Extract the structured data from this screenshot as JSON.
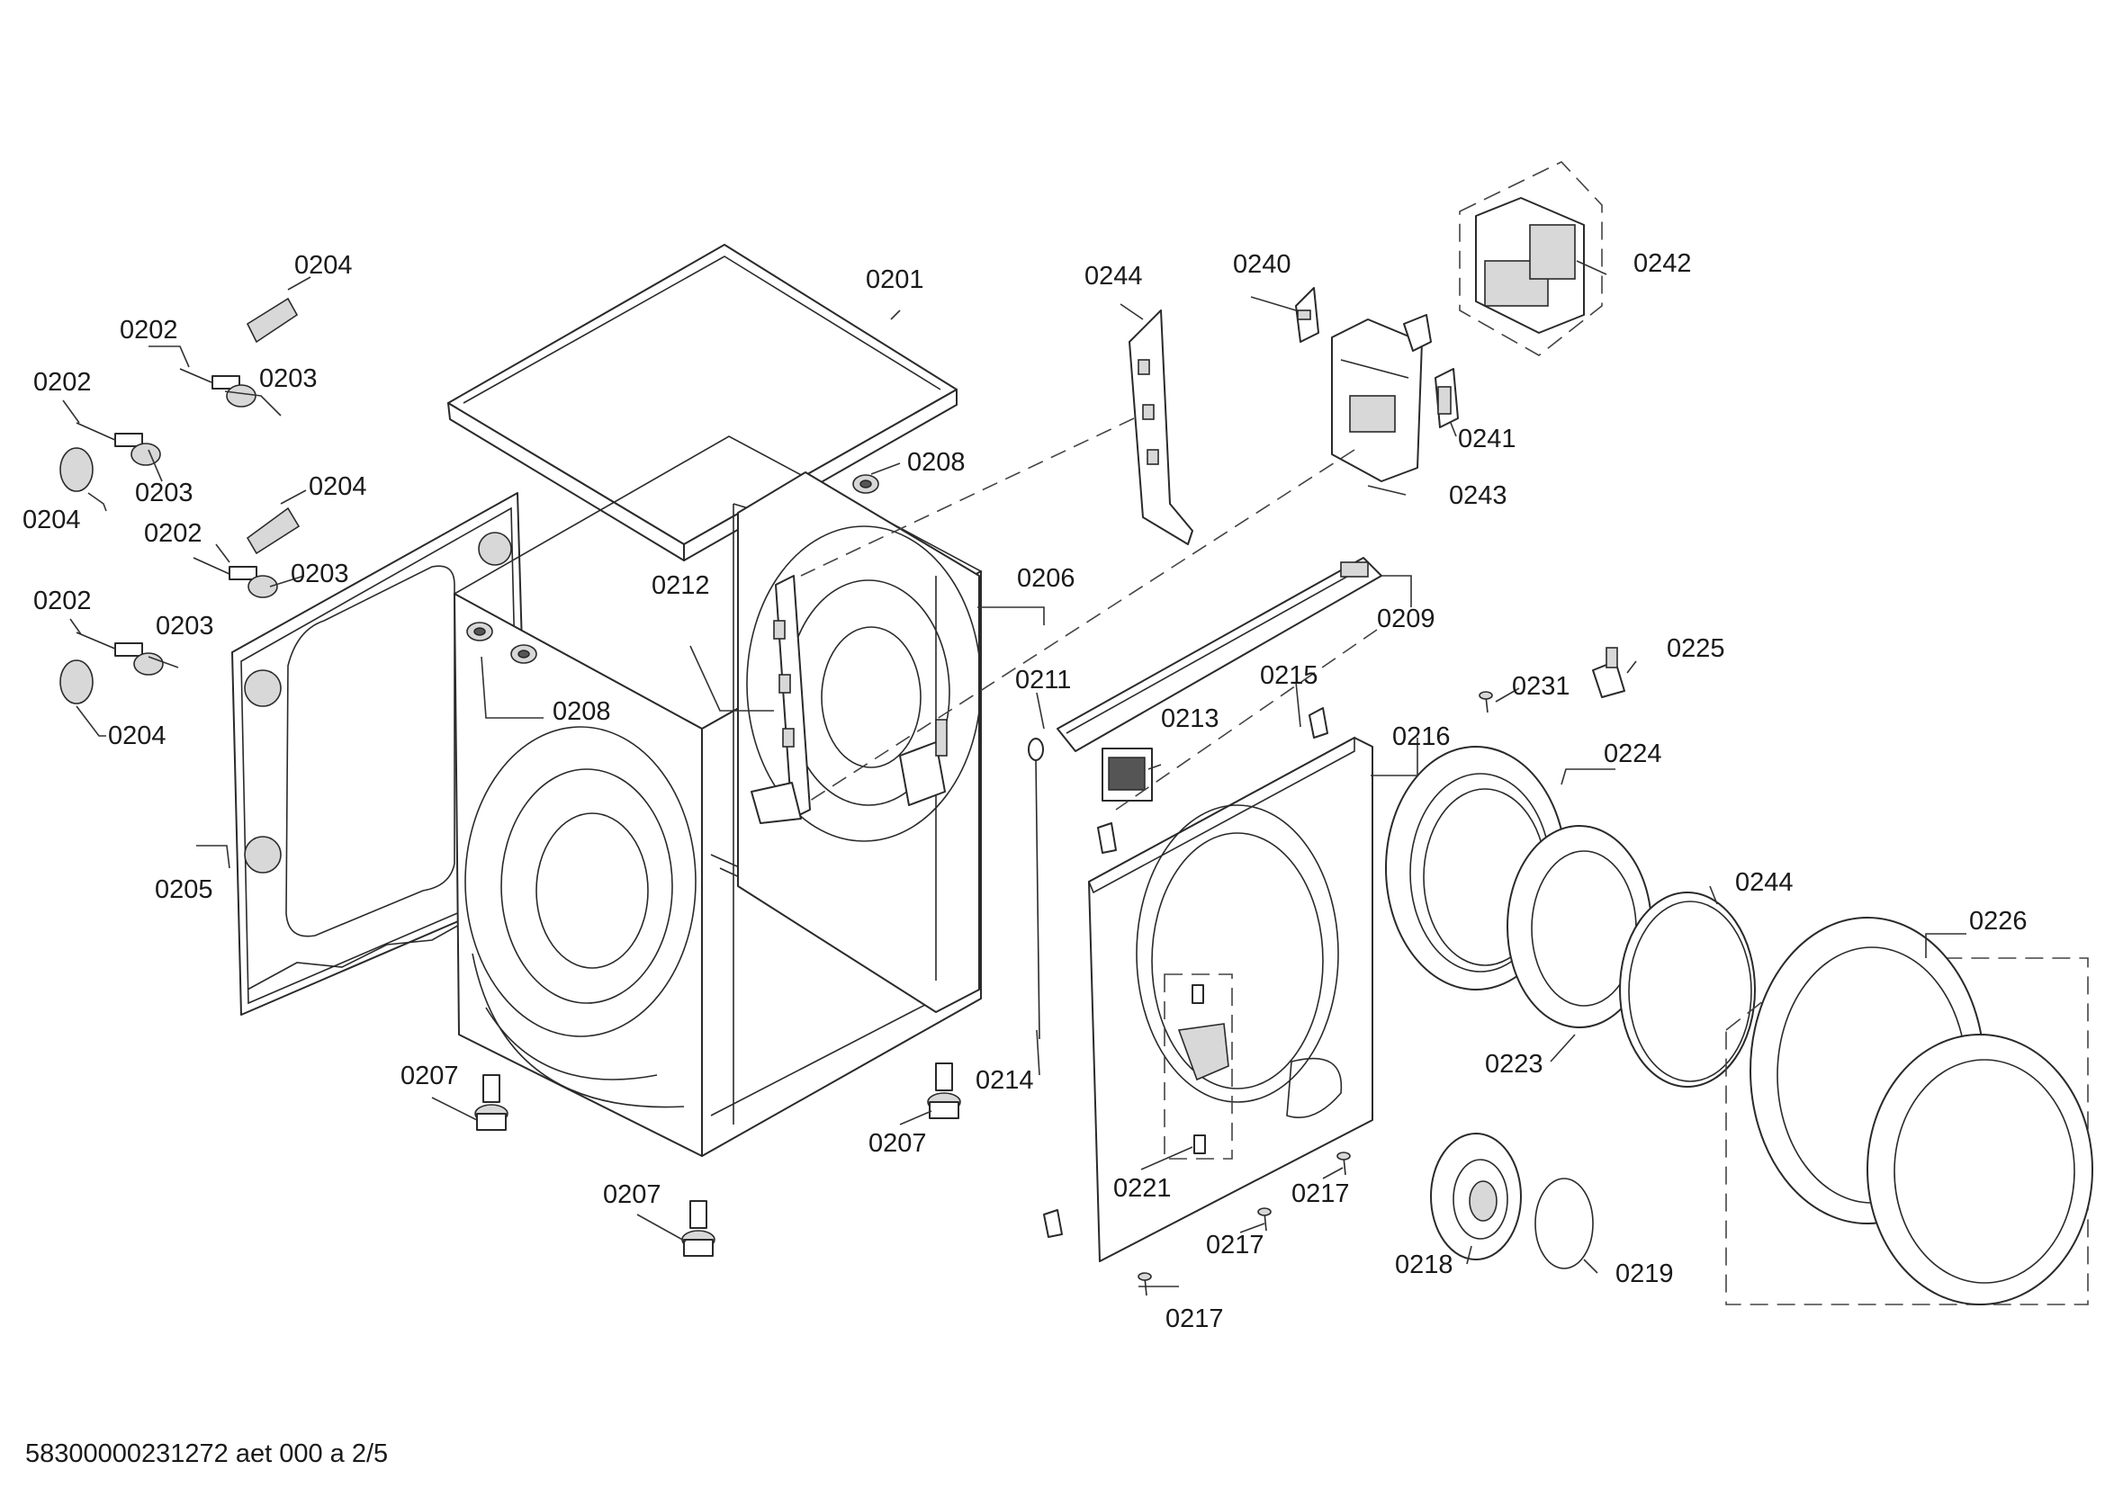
{
  "labels": {
    "l0201": "0201",
    "l0202a": "0202",
    "l0202b": "0202",
    "l0202c": "0202",
    "l0202d": "0202",
    "l0203a": "0203",
    "l0203b": "0203",
    "l0203c": "0203",
    "l0203d": "0203",
    "l0204a": "0204",
    "l0204b": "0204",
    "l0204c": "0204",
    "l0204d": "0204",
    "l0205": "0205",
    "l0206": "0206",
    "l0207a": "0207",
    "l0207b": "0207",
    "l0207c": "0207",
    "l0208a": "0208",
    "l0208b": "0208",
    "l0209": "0209",
    "l0211": "0211",
    "l0212": "0212",
    "l0213": "0213",
    "l0214": "0214",
    "l0215": "0215",
    "l0216": "0216",
    "l0217a": "0217",
    "l0217b": "0217",
    "l0217c": "0217",
    "l0218": "0218",
    "l0219": "0219",
    "l0221": "0221",
    "l0223": "0223",
    "l0224": "0224",
    "l0225": "0225",
    "l0226": "0226",
    "l0231": "0231",
    "l0240": "0240",
    "l0241": "0241",
    "l0242": "0242",
    "l0243": "0243",
    "l0244a": "0244",
    "l0244b": "0244"
  },
  "footer": "58300000231272 aet 000 a 2/5"
}
